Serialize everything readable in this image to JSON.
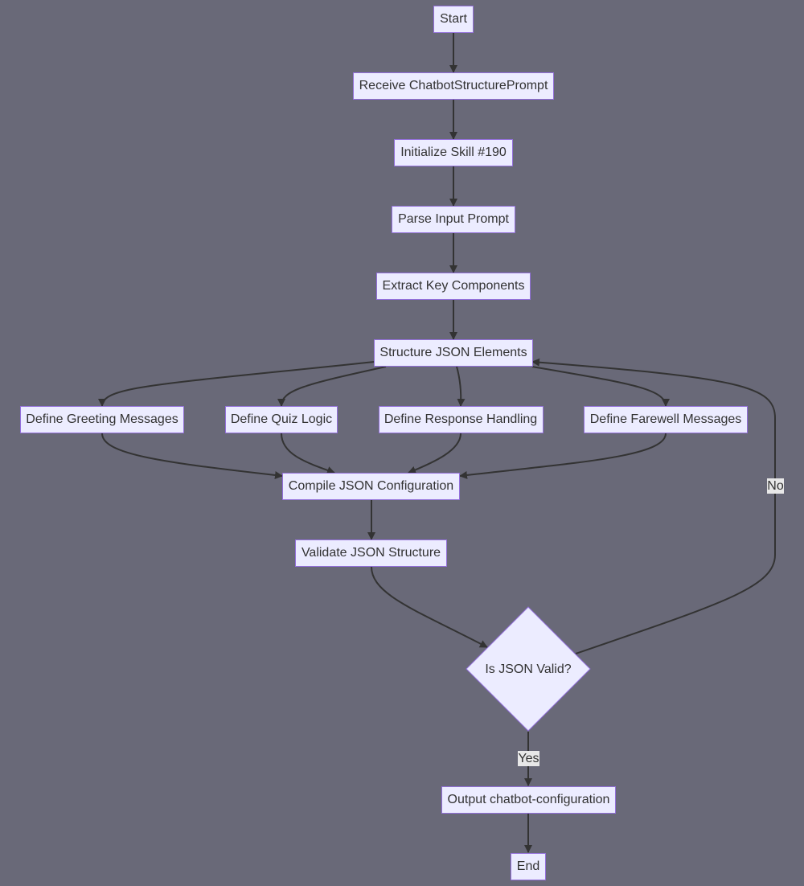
{
  "diagram": {
    "nodes": {
      "start": "Start",
      "receive": "Receive ChatbotStructurePrompt",
      "init": "Initialize Skill #190",
      "parse": "Parse Input Prompt",
      "extract": "Extract Key Components",
      "structure": "Structure JSON Elements",
      "greeting": "Define Greeting Messages",
      "quiz": "Define Quiz Logic",
      "response": "Define Response Handling",
      "farewell": "Define Farewell Messages",
      "compile": "Compile JSON Configuration",
      "validate": "Validate JSON Structure",
      "decision": "Is JSON Valid?",
      "output": "Output chatbot-configuration",
      "end": "End"
    },
    "edge_labels": {
      "no": "No",
      "yes": "Yes"
    }
  }
}
